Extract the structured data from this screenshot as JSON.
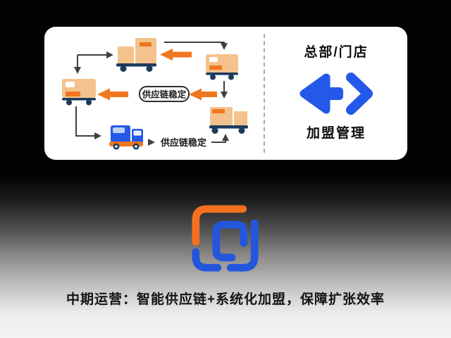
{
  "card": {
    "diagram": {
      "pill_label": "供应链稳定",
      "flow_label": "供应链稳定"
    },
    "panel": {
      "title": "总部/门店",
      "subtitle": "加盟管理"
    }
  },
  "caption": "中期运营：智能供应链+系统化加盟，保障扩张效率",
  "icons": {
    "exchange_arrows": "blue-left-right-arrows",
    "logo": "interlocked-rounded-squares",
    "diagram_icons": [
      "box-cart",
      "cargo-truck",
      "delivery-truck",
      "orange-left-arrow",
      "flow-elbow-arrow"
    ]
  },
  "colors": {
    "background_top": "#030303",
    "background_bottom": "#f5f4f2",
    "card": "#ffffff",
    "tan": "#f3c28d",
    "accent_orange": "#f0761f",
    "navy": "#1c3a5e",
    "line_dark": "#3f3f3f",
    "blue": "#2458e8",
    "logo_orange": "#f4701f",
    "logo_blue": "#2356dc",
    "divider_gray": "#ababab",
    "text_dark": "#141414",
    "truck_window_blue": "#bdd2f1"
  }
}
